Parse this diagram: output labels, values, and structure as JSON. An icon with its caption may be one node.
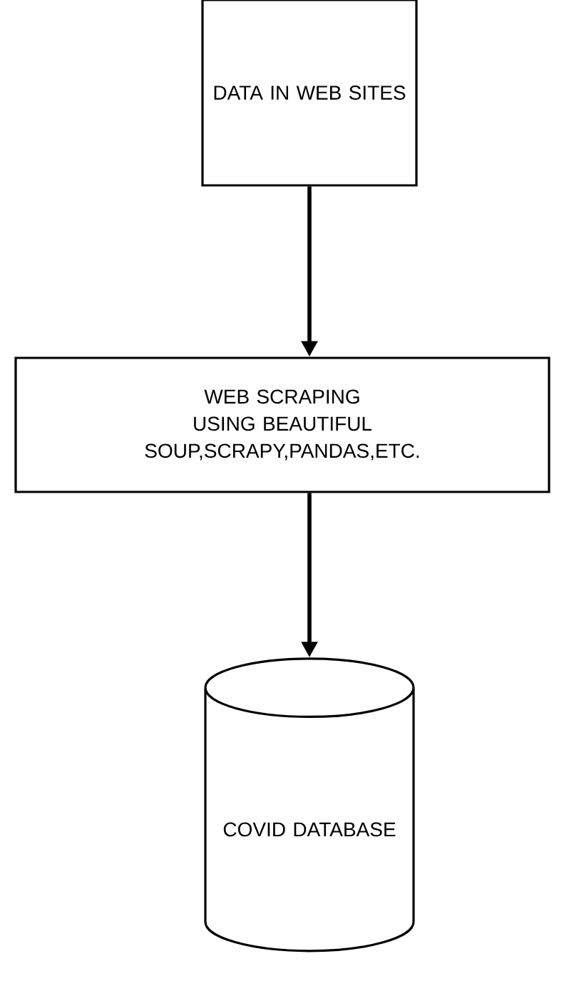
{
  "diagram": {
    "nodes": [
      {
        "text": [
          "DATA IN WEB SITES"
        ]
      },
      {
        "text": [
          "WEB SCRAPING USING BEAUTIFUL SOUP,SCRAPY,PANDAS,ETC."
        ]
      },
      {
        "text": [
          "COVID DATABASE"
        ]
      }
    ],
    "edges": [
      {
        "from": 0,
        "to": 1,
        "arrow": "to"
      },
      {
        "from": 1,
        "to": 2,
        "arrow": "to"
      }
    ]
  }
}
